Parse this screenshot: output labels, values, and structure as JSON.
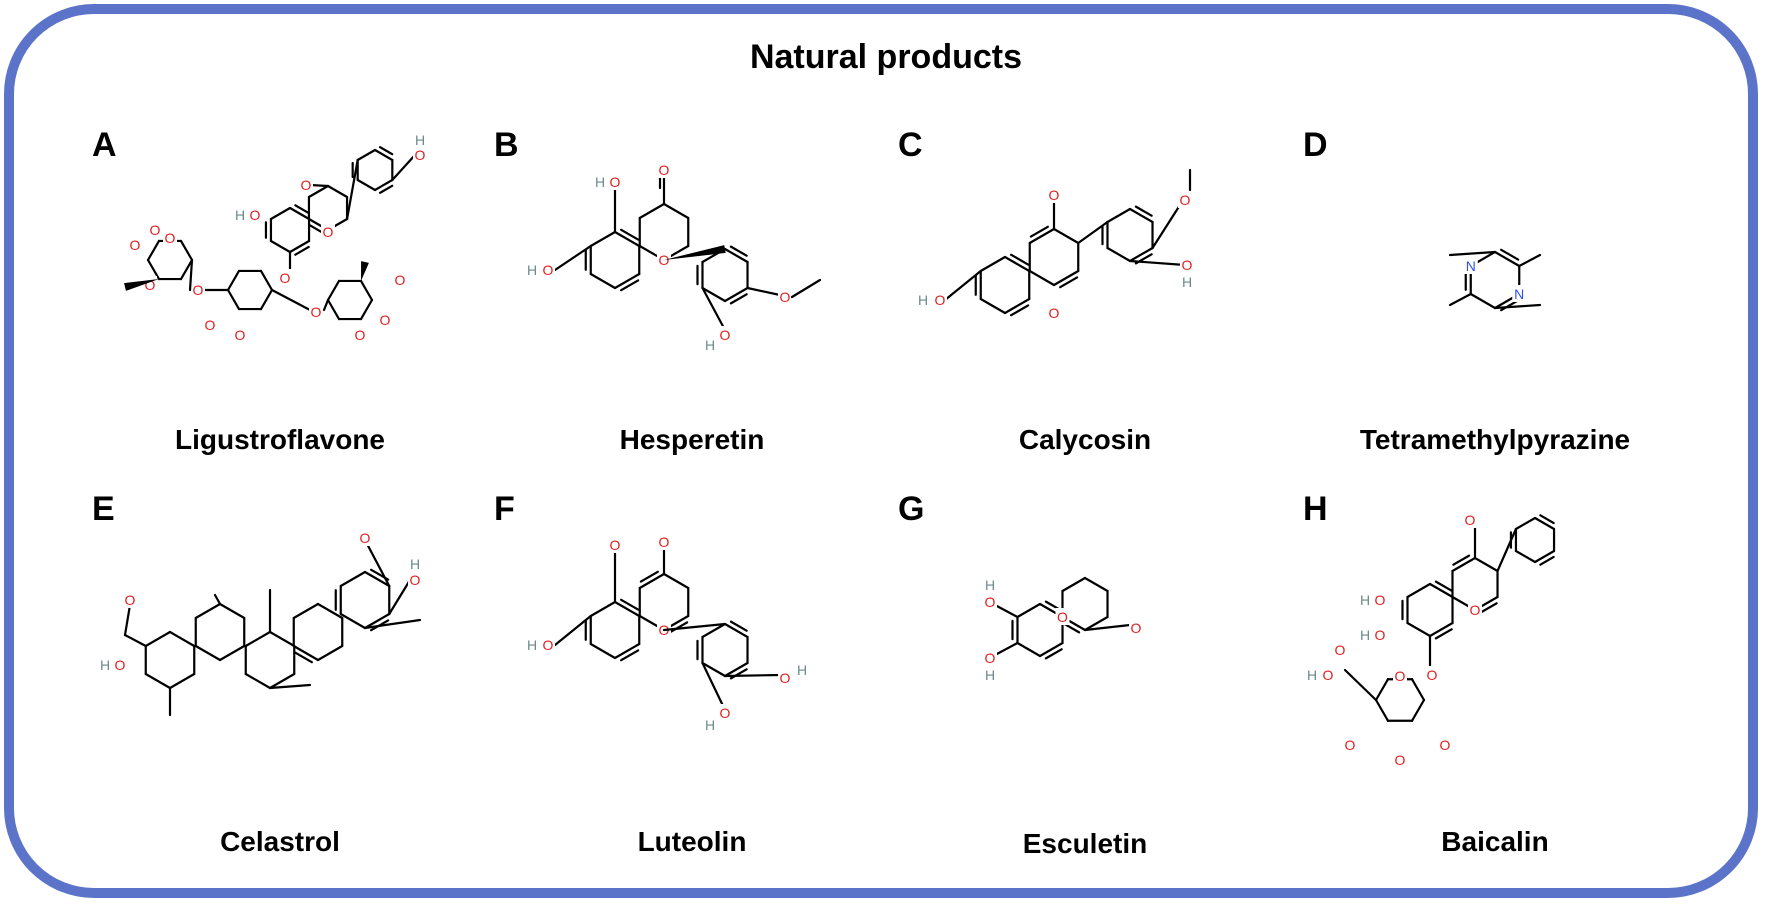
{
  "title": "Natural products",
  "colors": {
    "frame": "#5b73c8",
    "oxygen": "#e02020",
    "nitrogen": "#3050f8",
    "hydrogen": "#6b8a8a",
    "bond": "#000000"
  },
  "panels": [
    {
      "letter": "A",
      "name": "Ligustroflavone"
    },
    {
      "letter": "B",
      "name": "Hesperetin"
    },
    {
      "letter": "C",
      "name": "Calycosin"
    },
    {
      "letter": "D",
      "name": "Tetramethylpyrazine"
    },
    {
      "letter": "E",
      "name": "Celastrol"
    },
    {
      "letter": "F",
      "name": "Luteolin"
    },
    {
      "letter": "G",
      "name": "Esculetin"
    },
    {
      "letter": "H",
      "name": "Baicalin"
    }
  ]
}
